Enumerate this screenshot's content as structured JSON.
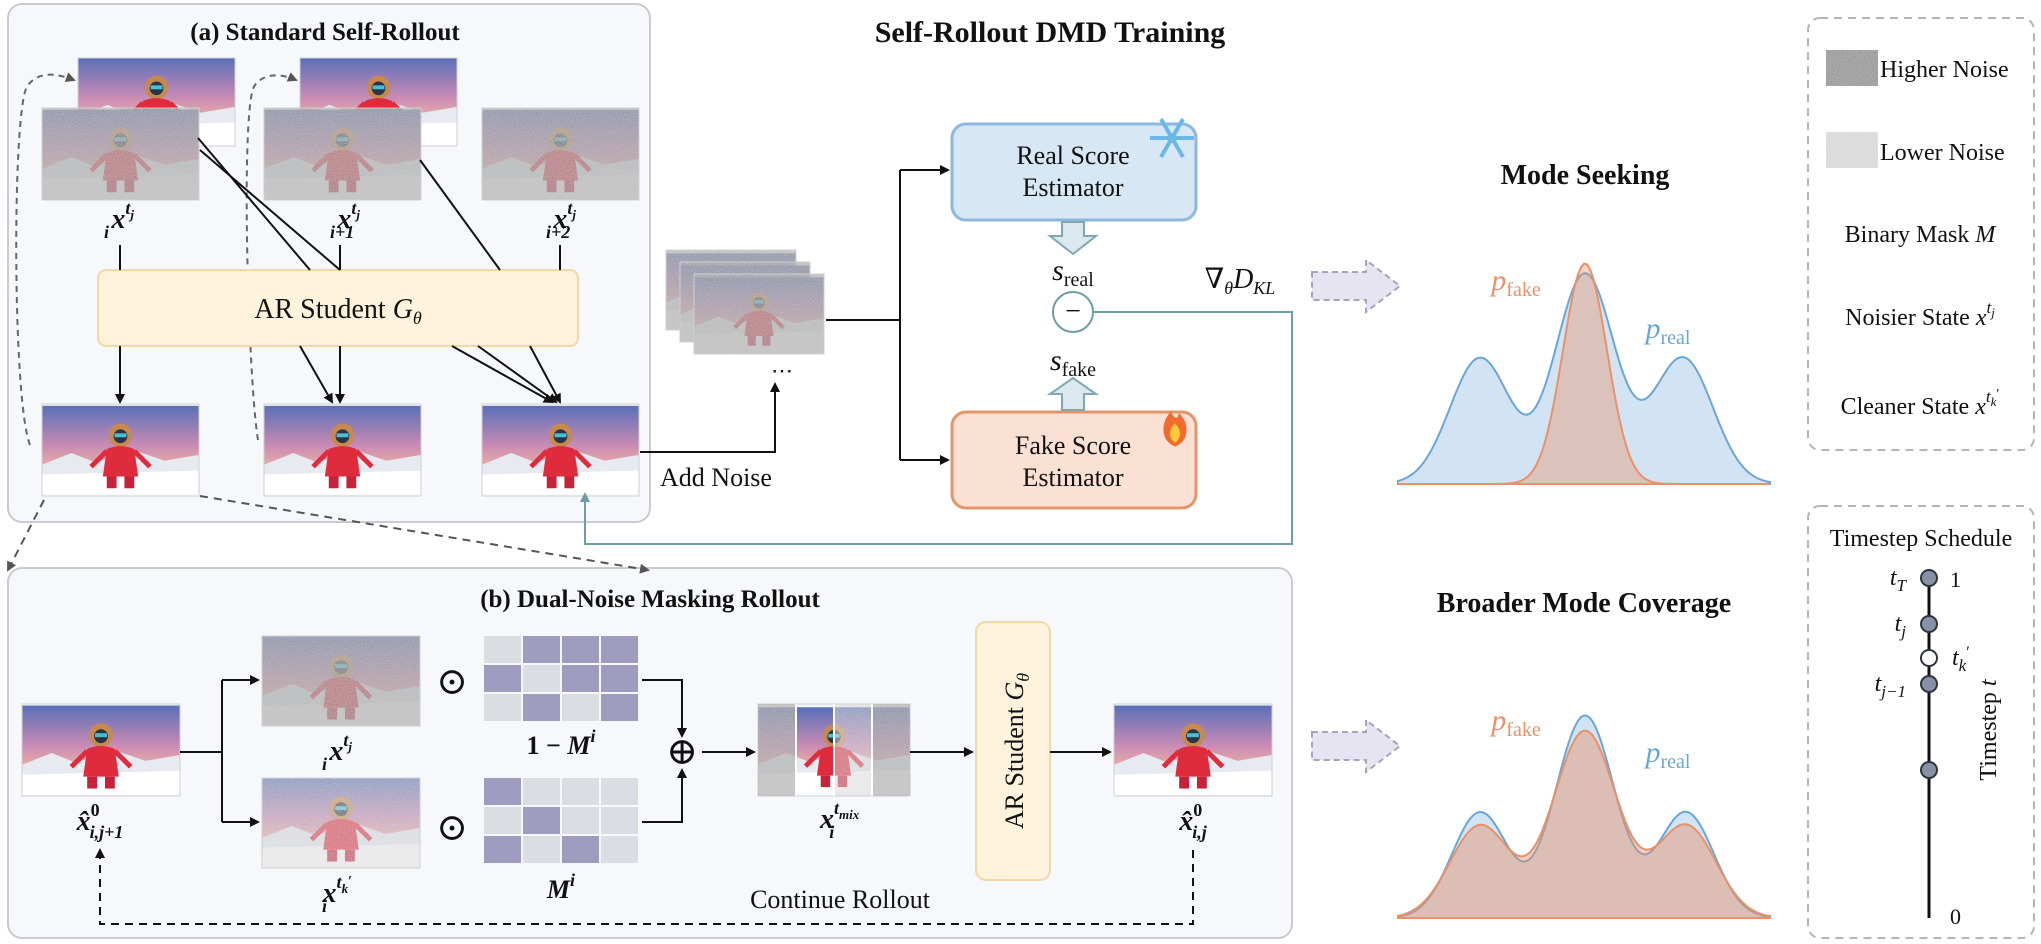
{
  "title": "Self-Rollout DMD Training",
  "panel_a": {
    "title": "(a) Standard Self-Rollout",
    "frame_labels": [
      {
        "base": "x",
        "sup_base": "t",
        "sup_sub": "j",
        "sub": "i"
      },
      {
        "base": "x",
        "sup_base": "t",
        "sup_sub": "j",
        "sub": "i+1"
      },
      {
        "base": "x",
        "sup_base": "t",
        "sup_sub": "j",
        "sub": "i+2"
      }
    ],
    "student_prefix": "AR Student ",
    "student_symbol": "G",
    "student_sub": "θ",
    "add_noise": "Add Noise"
  },
  "dmd": {
    "real_estimator": [
      "Real Score",
      "Estimator"
    ],
    "fake_estimator": [
      "Fake Score",
      "Estimator"
    ],
    "s_real": "s",
    "s_real_sub": "real",
    "s_fake": "s",
    "s_fake_sub": "fake",
    "grad_nabla": "∇",
    "grad_theta": "θ",
    "grad_D": "D",
    "grad_sub": "KL",
    "ellipsis": "⋯",
    "minus_symbol": "−",
    "snowflake_icon": "snowflake-icon",
    "fire_icon": "fire-icon"
  },
  "panel_b": {
    "title": "(b) Dual-Noise Masking Rollout",
    "input_label": {
      "base": "x̂",
      "sup": "0",
      "sub": "i,j+1"
    },
    "noisy_label": {
      "base": "x",
      "sup_base": "t",
      "sup_sub": "j",
      "sub": "i"
    },
    "clean_label": {
      "base": "x",
      "sup_base": "t",
      "sup_sub": "k",
      "sup_prime": "′",
      "sub": "i"
    },
    "mask_inv_label": {
      "prefix": "1 − ",
      "base": "M",
      "sup": "i"
    },
    "mask_label": {
      "base": "M",
      "sup": "i"
    },
    "odot": "⊙",
    "oplus": "⊕",
    "mix_label": {
      "base": "x",
      "sup_base": "t",
      "sup_sub": "mix",
      "sub": "i"
    },
    "student_prefix": "AR Student ",
    "student_symbol": "G",
    "student_sub": "θ",
    "output_label": {
      "base": "x̂",
      "sup": "0",
      "sub": "i,j"
    },
    "continue": "Continue Rollout"
  },
  "mode_seeking": {
    "title": "Mode Seeking",
    "p_fake": "p",
    "p_fake_sub": "fake",
    "p_real": "p",
    "p_real_sub": "real"
  },
  "mode_coverage": {
    "title": "Broader Mode Coverage",
    "p_fake": "p",
    "p_fake_sub": "fake",
    "p_real": "p",
    "p_real_sub": "real"
  },
  "legend": {
    "higher_noise": "Higher Noise",
    "lower_noise": "Lower Noise",
    "binary_mask_prefix": "Binary Mask ",
    "binary_mask_symbol": "M",
    "noisier_prefix": "Noisier State ",
    "noisier_symbol": "x",
    "noisier_sup": "t",
    "noisier_sup_sub": "j",
    "cleaner_prefix": "Cleaner State ",
    "cleaner_symbol": "x",
    "cleaner_sup": "t",
    "cleaner_sup_sub": "k",
    "cleaner_prime": "′"
  },
  "timestep": {
    "title": "Timestep Schedule",
    "axis_label": "Timestep ",
    "axis_symbol": "t",
    "top_value": "1",
    "bottom_value": "0",
    "points": [
      {
        "label": "t",
        "sub": "T",
        "filled": true
      },
      {
        "label": "t",
        "sub": "j",
        "filled": true
      },
      {
        "label": "t",
        "sub": "k",
        "prime": "′",
        "filled": false
      },
      {
        "label": "t",
        "sub": "j−1",
        "filled": true
      },
      {
        "label": "",
        "sub": "",
        "filled": true
      }
    ]
  },
  "colors": {
    "student_fill": "#fdf3dc",
    "student_stroke": "#f1d9a6",
    "real_fill": "#d7e7f6",
    "real_stroke": "#8fb7de",
    "fake_fill": "#fbe1d4",
    "fake_stroke": "#e5946b",
    "p_fake": "#e8916a",
    "p_real": "#6aa6d6",
    "mask_dark": "#9f9cbf",
    "mask_light": "#dcdde3",
    "panel_fill": "#f7f8fb",
    "panel_stroke": "#c9cbd0",
    "timeline_dot": "#8791a6"
  }
}
